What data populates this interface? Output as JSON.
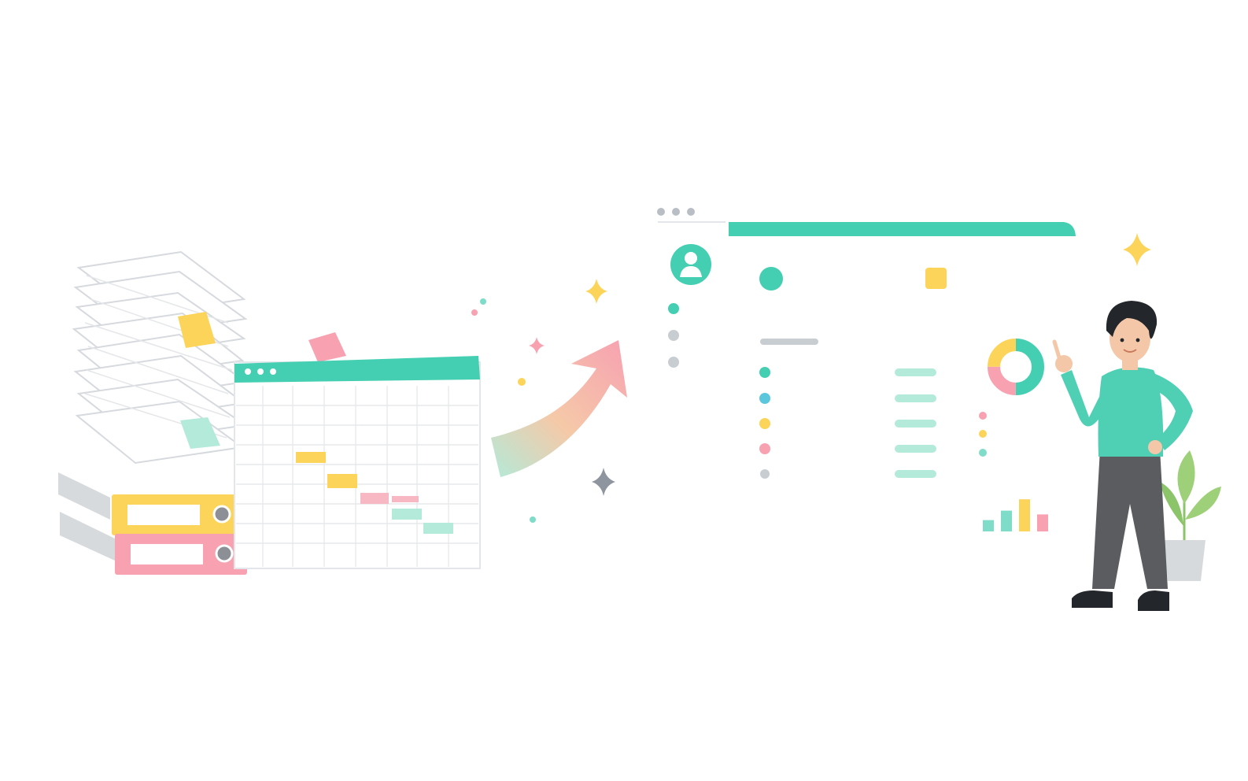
{
  "colors": {
    "teal": "#45cfb2",
    "pink": "#f7a1b1",
    "yellow": "#fcd45a",
    "mint": "#b3ead9",
    "gray": "#c8cdd2",
    "dark": "#23262a",
    "pants": "#5a5c60",
    "blue": "#5bc7dc"
  },
  "icons": {
    "user": "user-avatar-icon",
    "sparkle": "sparkle-icon",
    "donut": "donut-chart-icon",
    "bars": "bar-chart-icon",
    "plant": "plant-icon",
    "arrow": "growth-arrow-icon"
  },
  "mini_donut": {
    "segments": [
      {
        "share": 0.5,
        "color": "#45cfb2"
      },
      {
        "share": 0.25,
        "color": "#f7a1b1"
      },
      {
        "share": 0.25,
        "color": "#fcd45a"
      }
    ]
  },
  "mini_bars": {
    "values": [
      0.3,
      0.55,
      0.85,
      0.45
    ],
    "colors": [
      "#7fdcc8",
      "#7fdcc8",
      "#fcd45a",
      "#f7a1b1"
    ]
  }
}
